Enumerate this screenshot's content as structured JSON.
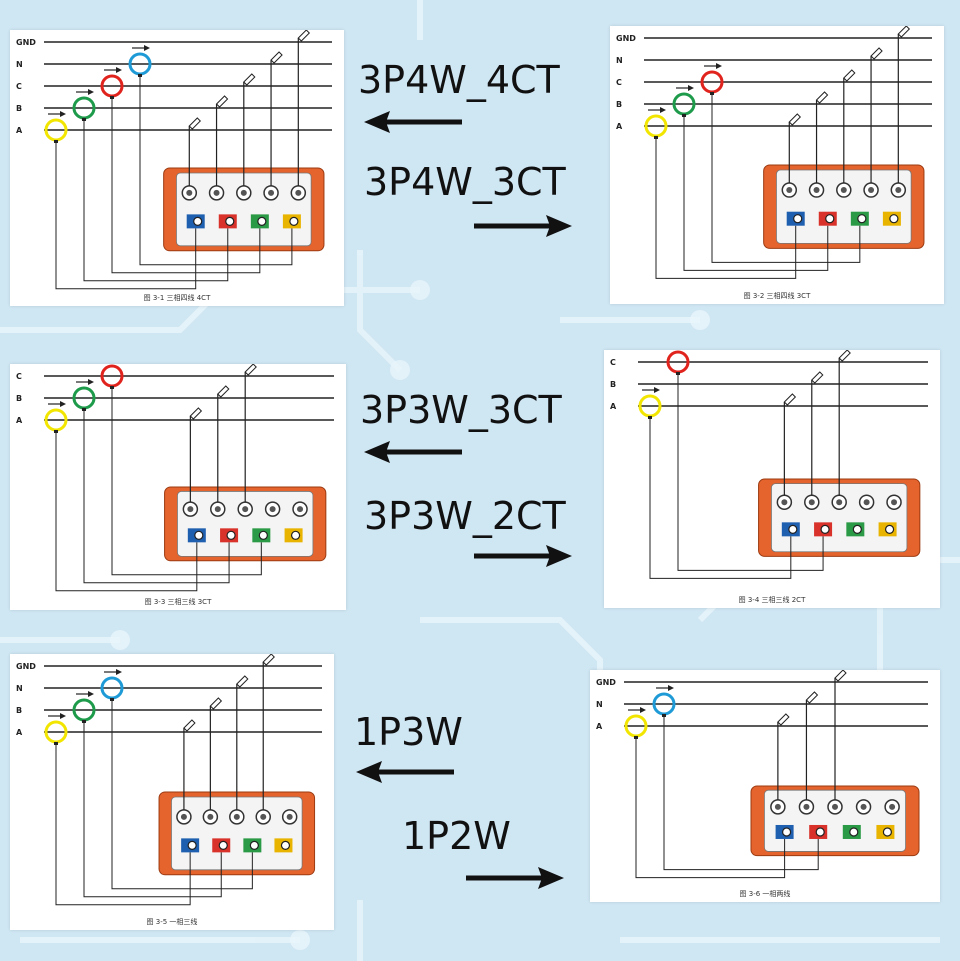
{
  "colors": {
    "background": "#cfe6f3",
    "meter_body": "#e5632d",
    "phase_A": "#f2e600",
    "phase_B": "#1d9a4a",
    "phase_C": "#e0231d",
    "neutral": "#1e9ad6",
    "socket_blue": "#1f5fb0",
    "socket_red": "#d8322a",
    "socket_green": "#2b9a46",
    "socket_yellow": "#e8b400"
  },
  "diagrams": [
    {
      "id": "3p4w-4ct",
      "lines": [
        "GND",
        "N",
        "C",
        "B",
        "A"
      ],
      "rings": [
        "A",
        "B",
        "C",
        "N"
      ],
      "clips": 5,
      "caption": "图 3-1 三相四线 4CT"
    },
    {
      "id": "3p4w-3ct",
      "lines": [
        "GND",
        "N",
        "C",
        "B",
        "A"
      ],
      "rings": [
        "A",
        "B",
        "C"
      ],
      "clips": 5,
      "caption": "图 3-2 三相四线 3CT"
    },
    {
      "id": "3p3w-3ct",
      "lines": [
        "C",
        "B",
        "A"
      ],
      "rings": [
        "A",
        "B",
        "C"
      ],
      "clips": 3,
      "caption": "图 3-3 三相三线 3CT"
    },
    {
      "id": "3p3w-2ct",
      "lines": [
        "C",
        "B",
        "A"
      ],
      "rings": [
        "A",
        "C"
      ],
      "clips": 3,
      "caption": "图 3-4 三相三线 2CT"
    },
    {
      "id": "1p3w",
      "lines": [
        "GND",
        "N",
        "B",
        "A"
      ],
      "rings": [
        "A",
        "B",
        "N"
      ],
      "clips": 4,
      "caption": "图 3-5 一相三线"
    },
    {
      "id": "1p2w",
      "lines": [
        "GND",
        "N",
        "A"
      ],
      "rings": [
        "A",
        "N"
      ],
      "clips": 3,
      "caption": "图 3-6 一相两线"
    }
  ],
  "labels": {
    "l1": "3P4W_4CT",
    "l2": "3P4W_3CT",
    "l3": "3P3W_3CT",
    "l4": "3P3W_2CT",
    "l5": "1P3W",
    "l6": "1P2W"
  }
}
